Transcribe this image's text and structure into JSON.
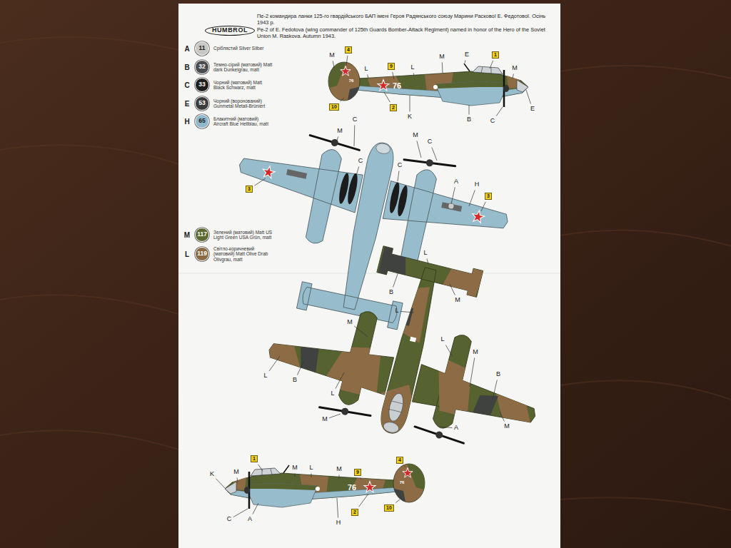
{
  "diagram": {
    "nodes": [
      {
        "text": [
          "HUMBROL"
        ]
      },
      {
        "text": [
          "4"
        ]
      },
      {
        "text": [
          "9"
        ]
      },
      {
        "text": [
          "1"
        ]
      },
      {
        "text": [
          "2"
        ]
      },
      {
        "text": [
          "10"
        ]
      },
      {
        "text": [
          "3"
        ]
      },
      {
        "text": [
          "3"
        ]
      },
      {
        "text": [
          "1"
        ]
      },
      {
        "text": [
          "9"
        ]
      },
      {
        "text": [
          "4"
        ]
      },
      {
        "text": [
          "2"
        ]
      },
      {
        "text": [
          "10"
        ]
      }
    ],
    "labels": [
      "Пе-2 командира ланки 125-го гвардійського БАП імені Героя Радянського союзу Марини Раскової Е. Федотової. Осінь 1943 р.",
      "Pe-2 of E. Fedotova (wing commander of 125th Guards Bomber-Attack Regiment) named in honor of the Hero of the Soviet Union M. Raskova. Autumn 1943.",
      "A",
      "11",
      "B",
      "32",
      "C",
      "33",
      "E",
      "53",
      "H",
      "65",
      "M",
      "117",
      "L",
      "119",
      "M",
      "L",
      "L",
      "M",
      "E",
      "M",
      "E",
      "C",
      "B",
      "K",
      "76",
      "76",
      "M",
      "C",
      "C",
      "M",
      "C",
      "C",
      "A",
      "H",
      "L",
      "B",
      "L",
      "M",
      "M",
      "L",
      "M",
      "B",
      "L",
      "B",
      "L",
      "M",
      "A",
      "M",
      "K",
      "M",
      "M",
      "L",
      "M",
      "C",
      "A",
      "H",
      "76",
      "76"
    ],
    "legend": [
      {
        "text": "Сріблястий Silver Silber",
        "color": "#c8c8c6"
      },
      {
        "text": "Темно-сірий (матовий) Matt dark Dunkelgrau, matt",
        "color": "#4a4d4f"
      },
      {
        "text": "Чорний (матовий) Matt Black Schwarz, matt",
        "color": "#1e1e1e"
      },
      {
        "text": "Чорний (воронований) Gunmetal Metall-Brüniert",
        "color": "#3a3b3d"
      },
      {
        "text": "Блакитний (матовий) Aircraft Blue Hellblau, matt",
        "color": "#8fb8cc"
      },
      {
        "text": "Зелений (матовий) Matt US Light Green USA Grün, matt",
        "color": "#5a6a30"
      },
      {
        "text": "Світло-коричневий (матовий) Matt Olive Drab Olivgrau, matt",
        "color": "#8a6a44"
      }
    ]
  }
}
